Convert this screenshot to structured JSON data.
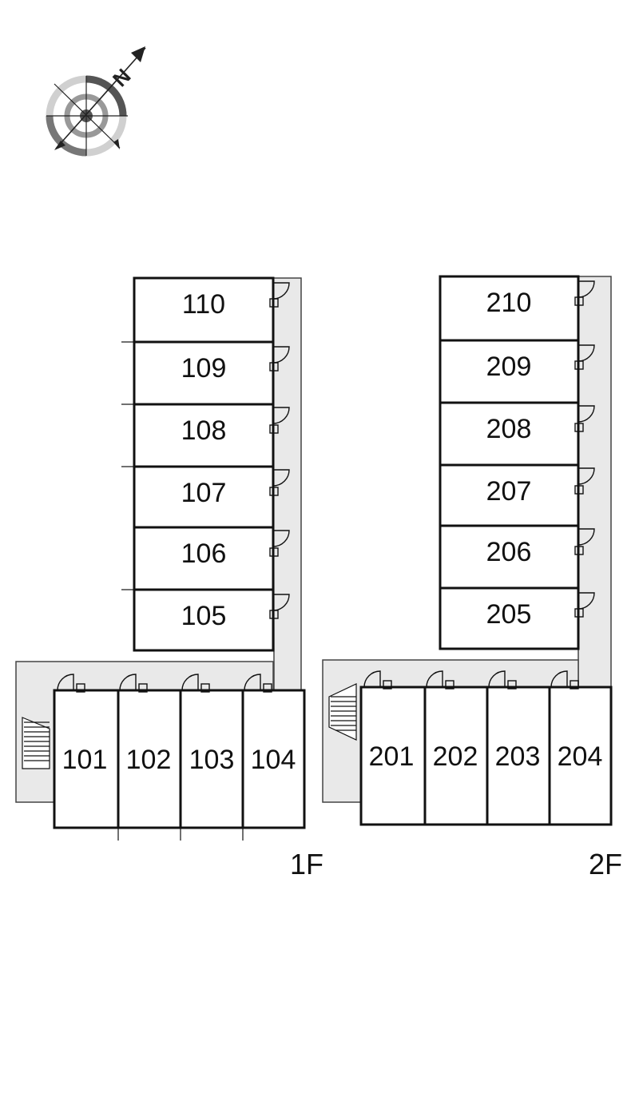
{
  "compass": {
    "north_label": "N",
    "icon": "compass-rose-icon"
  },
  "floors": [
    {
      "label": "1F",
      "top_units": [
        "110",
        "109",
        "108",
        "107",
        "106",
        "105"
      ],
      "bottom_units": [
        "101",
        "102",
        "103",
        "104"
      ]
    },
    {
      "label": "2F",
      "top_units": [
        "210",
        "209",
        "208",
        "207",
        "206",
        "205"
      ],
      "bottom_units": [
        "201",
        "202",
        "203",
        "204"
      ]
    }
  ],
  "colors": {
    "corridor": "#e9e9e9",
    "walls": "#111111"
  }
}
